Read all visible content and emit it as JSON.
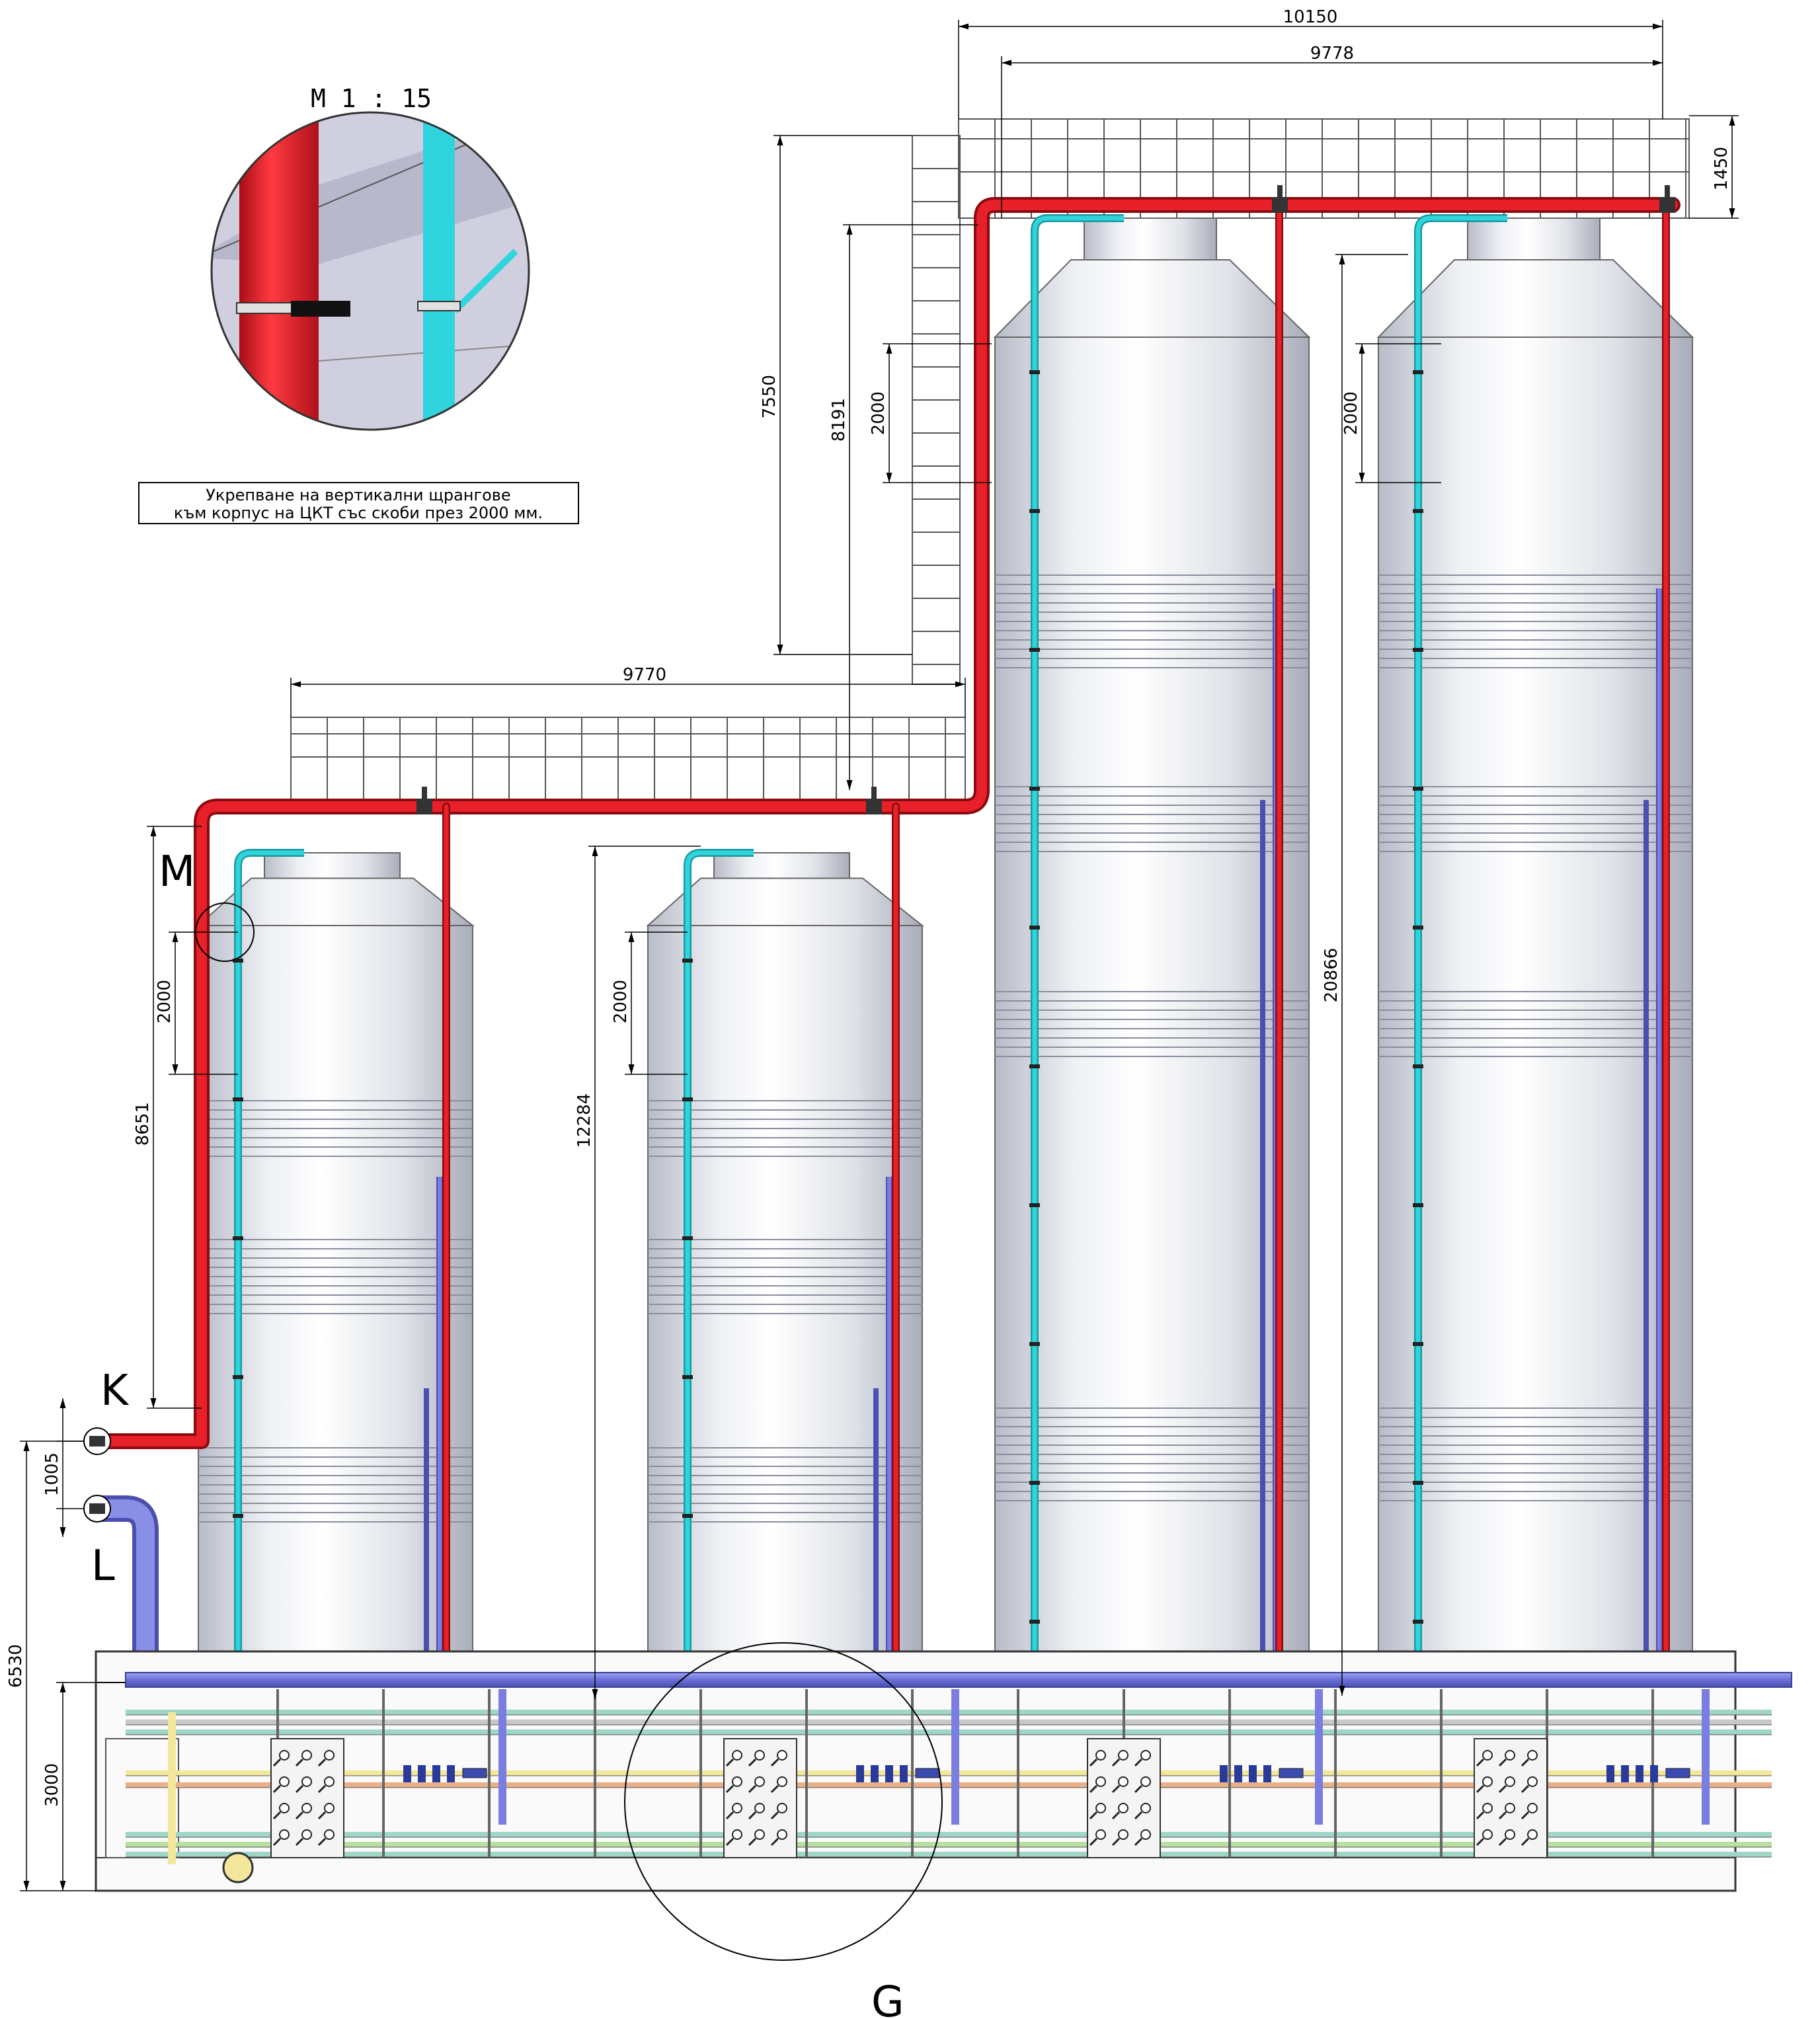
{
  "detail_view": {
    "scale_label": "M  1 : 15",
    "caption_line1": "Укрепване на вертикални щрангове",
    "caption_line2": "към корпус на ЦКТ със скоби през 2000 мм."
  },
  "callouts": {
    "M": "M",
    "K": "K",
    "L": "L",
    "G": "G"
  },
  "dimensions": {
    "top_overall": "10150",
    "top_inner": "9778",
    "platform_height": "1450",
    "stair_height": "7550",
    "pipe_drop": "8191",
    "clamp_spacing_tall_1": "2000",
    "clamp_spacing_tall_2": "2000",
    "small_platform_width": "9770",
    "small_tank_height": "12284",
    "clamp_spacing_small_1": "2000",
    "clamp_spacing_small_2": "2000",
    "k_pipe_height": "8651",
    "tall_tank_height": "20866",
    "k_l_spacing": "1005",
    "base_to_l": "6530",
    "base_frame_height": "3000"
  },
  "colors": {
    "hot_pipe": "#e8202a",
    "cold_pipe": "#2fd4dc",
    "supply_pipe": "#7a7ee0",
    "tank_body": "#e4e6ec"
  }
}
